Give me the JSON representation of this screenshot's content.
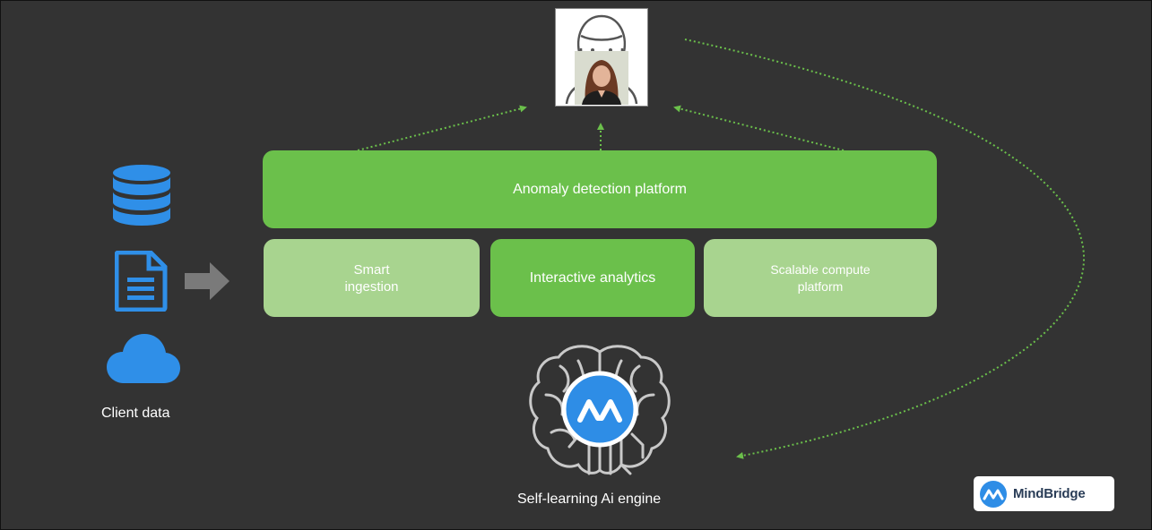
{
  "diagram": {
    "platform_label": "Anomaly detection platform",
    "modules": [
      {
        "label": "Smart\ningestion"
      },
      {
        "label": "Interactive analytics"
      },
      {
        "label": "Scalable compute\nplatform"
      }
    ],
    "client_data_label": "Client data",
    "engine_label": "Self-learning Ai engine",
    "icons": [
      "database-icon",
      "document-icon",
      "cloud-icon",
      "arrow-right-icon",
      "brain-icon",
      "person-icon"
    ]
  },
  "brand": {
    "name": "MindBridge"
  },
  "colors": {
    "background": "#333333",
    "platform_green": "#6bc04b",
    "module_light_green": "#a8d48f",
    "module_dark_green": "#6bc04b",
    "icon_blue": "#2f8fe8",
    "arrow_dotted": "#6bc04b",
    "brand_blue": "#2e8de6"
  }
}
